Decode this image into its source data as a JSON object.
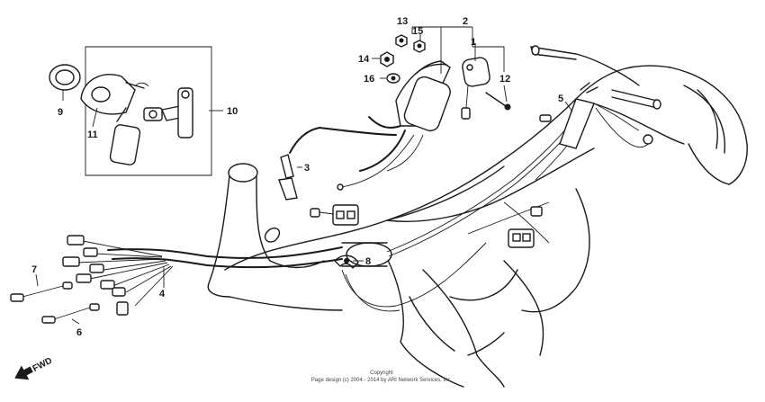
{
  "labels": {
    "l1": "1",
    "l2": "2",
    "l3": "3",
    "l4": "4",
    "l5": "5",
    "l6": "6",
    "l7": "7",
    "l8": "8",
    "l9": "9",
    "l10": "10",
    "l11": "11",
    "l12": "12",
    "l13": "13",
    "l14": "14",
    "l15": "15",
    "l16": "16"
  },
  "fwd_label": "FWD",
  "copyright": {
    "line1": "Copyright",
    "line2": "Page design (c) 2004 - 2014 by ARI Network Services, Inc."
  }
}
